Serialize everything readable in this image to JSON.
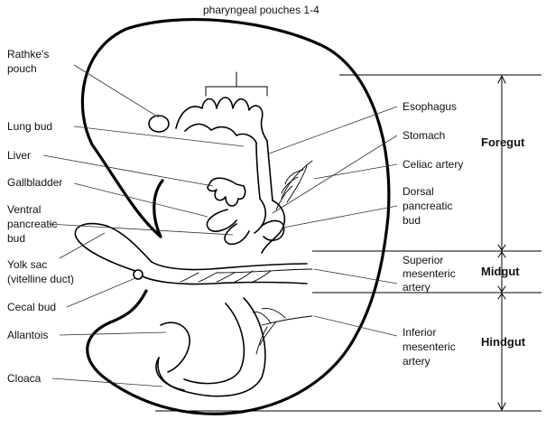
{
  "diagram": {
    "top_label": "pharyngeal pouches 1-4",
    "left_labels": [
      "Rathke's pouch",
      "Lung bud",
      "Liver",
      "Gallbladder",
      "Ventral pancreatic bud",
      "Yolk sac (vitelline duct)",
      "Cecal bud",
      "Allantois",
      "Cloaca"
    ],
    "right_labels": [
      "Esophagus",
      "Stomach",
      "Celiac artery",
      "Dorsal pancreatic bud",
      "Superior mesenteric artery",
      "Inferior mesenteric artery"
    ],
    "regions": [
      "Foregut",
      "Midgut",
      "Hindgut"
    ]
  }
}
